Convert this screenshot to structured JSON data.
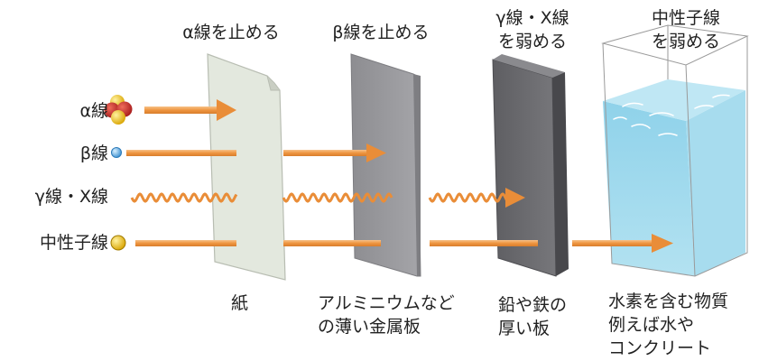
{
  "rays": [
    {
      "id": "alpha",
      "label": "α線"
    },
    {
      "id": "beta",
      "label": "β線"
    },
    {
      "id": "gamma",
      "label": "γ線・X線"
    },
    {
      "id": "neutron",
      "label": "中性子線"
    }
  ],
  "shields": [
    {
      "id": "paper",
      "stops": [
        "α線を止める"
      ],
      "material": [
        "紙"
      ]
    },
    {
      "id": "aluminum",
      "stops": [
        "β線を止める"
      ],
      "material": [
        "アルミニウムなど",
        "の薄い金属板"
      ]
    },
    {
      "id": "lead",
      "stops": [
        "γ線・X線",
        "を弱める"
      ],
      "material": [
        "鉛や鉄の",
        "厚い板"
      ]
    },
    {
      "id": "water",
      "stops": [
        "中性子線",
        "を弱める"
      ],
      "material": [
        "水素を含む物質",
        "例えば水や",
        "コンクリート"
      ]
    }
  ],
  "colors": {
    "arrow": "#f0a04a",
    "paper": "#e3e8de",
    "aluminum": "#9b9b9f",
    "lead": "#6c6c70",
    "water": "#9fd9ec",
    "alpha_red": "#c62828",
    "alpha_yellow": "#f3c318",
    "beta_blue": "#4fa8e0",
    "neutron_yellow": "#e8b820"
  }
}
